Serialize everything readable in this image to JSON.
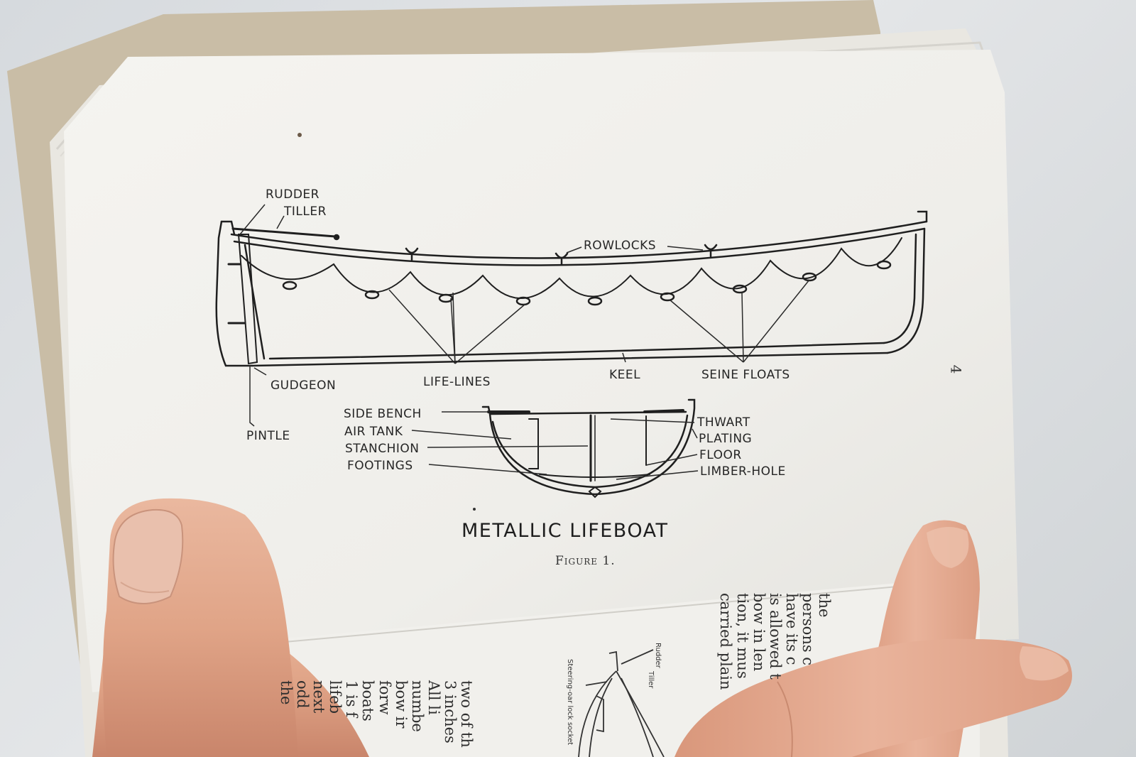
{
  "figure": {
    "title": "METALLIC LIFEBOAT",
    "caption": "Figure 1.",
    "page_number": "4",
    "side_labels": {
      "rudder": "RUDDER",
      "tiller": "TILLER",
      "rowlocks": "ROWLOCKS",
      "gudgeon": "GUDGEON",
      "pintle": "PINTLE",
      "life_lines": "LIFE-LINES",
      "keel": "KEEL",
      "seine_floats": "SEINE FLOATS"
    },
    "section_labels": {
      "side_bench": "SIDE BENCH",
      "air_tank": "AIR TANK",
      "stanchion": "STANCHION",
      "footings": "FOOTINGS",
      "thwart": "THWART",
      "plating": "PLATING",
      "floor": "FLOOR",
      "limber_hole": "LIMBER-HOLE"
    }
  },
  "lower_page": {
    "left_column_lines": [
      "two of th",
      "3 inches",
      "All li",
      "numbe",
      "bow ir",
      "forw",
      "boats",
      "1 is f",
      "lifeb",
      "next",
      "odd",
      "the"
    ],
    "right_column_lines": [
      "the",
      "persons c",
      "have its c",
      "is allowed t",
      "bow in len",
      "tion, it mus",
      "carried plain"
    ],
    "diagram_labels": {
      "rudder": "Rudder",
      "tiller": "Tiller",
      "steering_oar": "Steering-oar lock socket"
    }
  },
  "colors": {
    "background": "#d9dcdf",
    "paper": "#f3f2ee",
    "cover": "#c9bda6",
    "ink": "#262626",
    "skin": "#e3ab90"
  }
}
